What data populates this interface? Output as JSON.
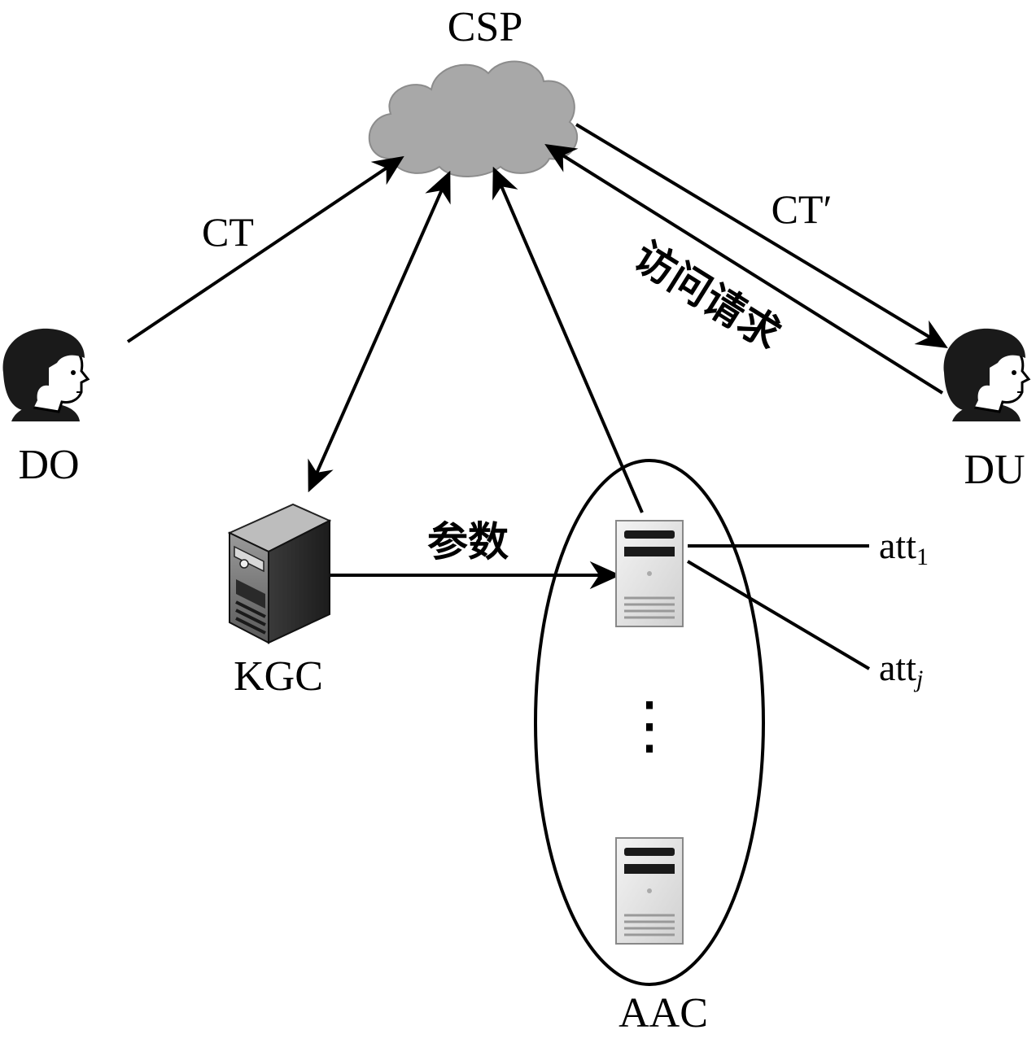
{
  "nodes": {
    "csp": {
      "label": "CSP",
      "icon": "cloud-icon"
    },
    "do": {
      "label": "DO",
      "icon": "person-icon"
    },
    "du": {
      "label": "DU",
      "icon": "person-icon"
    },
    "kgc": {
      "label": "KGC",
      "icon": "tower-server-icon"
    },
    "aac": {
      "label": "AAC",
      "icon": "rack-server-icon"
    }
  },
  "edges": {
    "do_to_csp": {
      "label": "CT"
    },
    "csp_to_du": {
      "label": "CT′"
    },
    "du_to_csp": {
      "label": "访问请求"
    },
    "kgc_to_aac": {
      "label": "参数"
    }
  },
  "attributes": {
    "att1": {
      "base": "att",
      "sub": "1"
    },
    "attj": {
      "base": "att",
      "sub": "j"
    }
  },
  "ellipsis": "⋮",
  "colors": {
    "cloud_fill": "#a9a9a9",
    "line": "#000000",
    "server_body": "#e8e8e8",
    "kgc_body": "#4a4a4a"
  }
}
